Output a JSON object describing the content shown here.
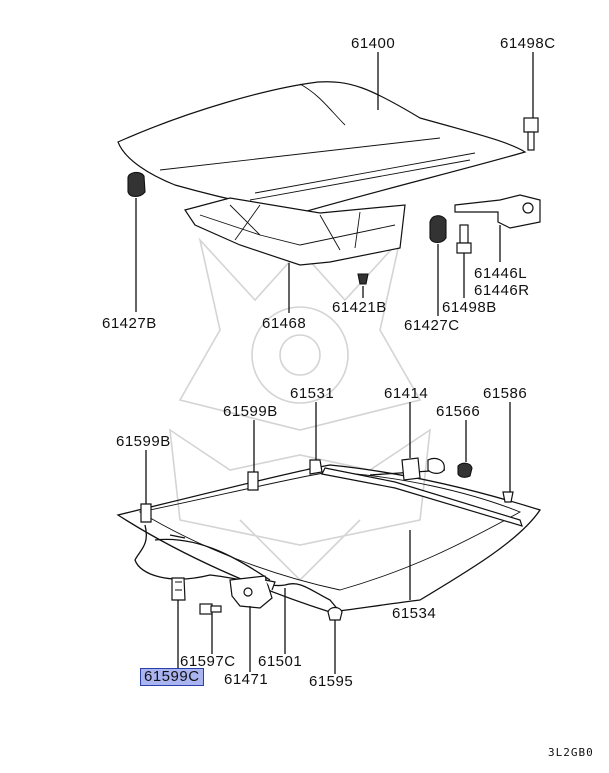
{
  "labels": {
    "p61400": "61400",
    "p61498c": "61498C",
    "p61427b": "61427B",
    "p61468": "61468",
    "p61421b": "61421B",
    "p61427c": "61427C",
    "p61446l": "61446L",
    "p61446r": "61446R",
    "p61498b": "61498B",
    "p61531": "61531",
    "p61414": "61414",
    "p61586": "61586",
    "p61599b_top": "61599B",
    "p61566": "61566",
    "p61599b_left": "61599B",
    "p61534": "61534",
    "p61597c": "61597C",
    "p61501": "61501",
    "p61599c": "61599C",
    "p61471": "61471",
    "p61595": "61595"
  },
  "diagram_code": "3L2GB0",
  "highlighted_part": "61599C",
  "colors": {
    "line": "#111111",
    "highlight_fill": "#a9b4f0",
    "highlight_border": "#2b3fa8",
    "watermark": "#d4d4d4"
  }
}
